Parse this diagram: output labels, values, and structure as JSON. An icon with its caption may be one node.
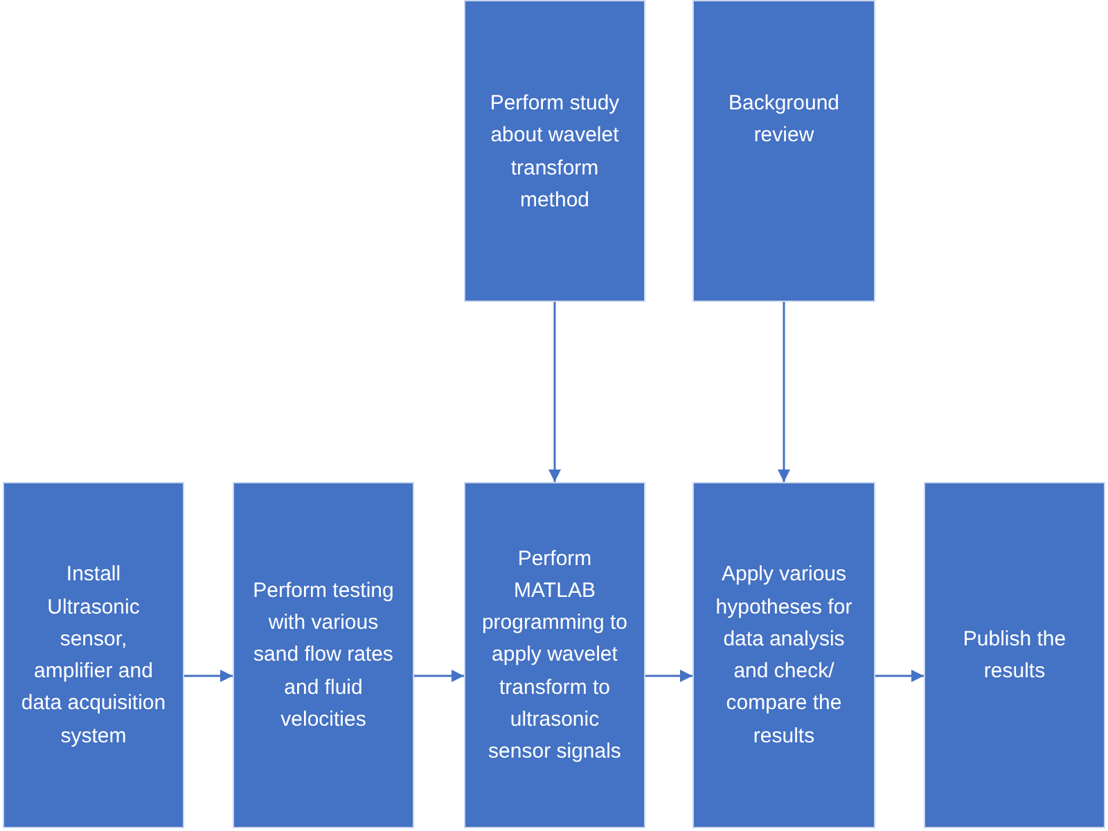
{
  "diagram": {
    "nodes": [
      {
        "text": [
          "Perform study about wavelet transform method"
        ]
      },
      {
        "text": [
          "Background review"
        ]
      },
      {
        "text": [
          "Install Ultrasonic sensor, amplifier and data acquisition system"
        ]
      },
      {
        "text": [
          "Perform testing with various sand flow rates and fluid velocities"
        ]
      },
      {
        "text": [
          "Perform MATLAB programming to apply wavelet transform to ultrasonic sensor signals"
        ]
      },
      {
        "text": [
          "Apply various hypotheses for data analysis and check/ compare the results"
        ]
      },
      {
        "text": [
          "Publish the results"
        ]
      }
    ],
    "edges": [
      {
        "from": 2,
        "to": 3,
        "arrow": "to"
      },
      {
        "from": 3,
        "to": 4,
        "arrow": "to"
      },
      {
        "from": 4,
        "to": 5,
        "arrow": "to"
      },
      {
        "from": 5,
        "to": 6,
        "arrow": "to"
      },
      {
        "from": 0,
        "to": 4,
        "arrow": "to"
      },
      {
        "from": 1,
        "to": 5,
        "arrow": "to"
      }
    ]
  }
}
